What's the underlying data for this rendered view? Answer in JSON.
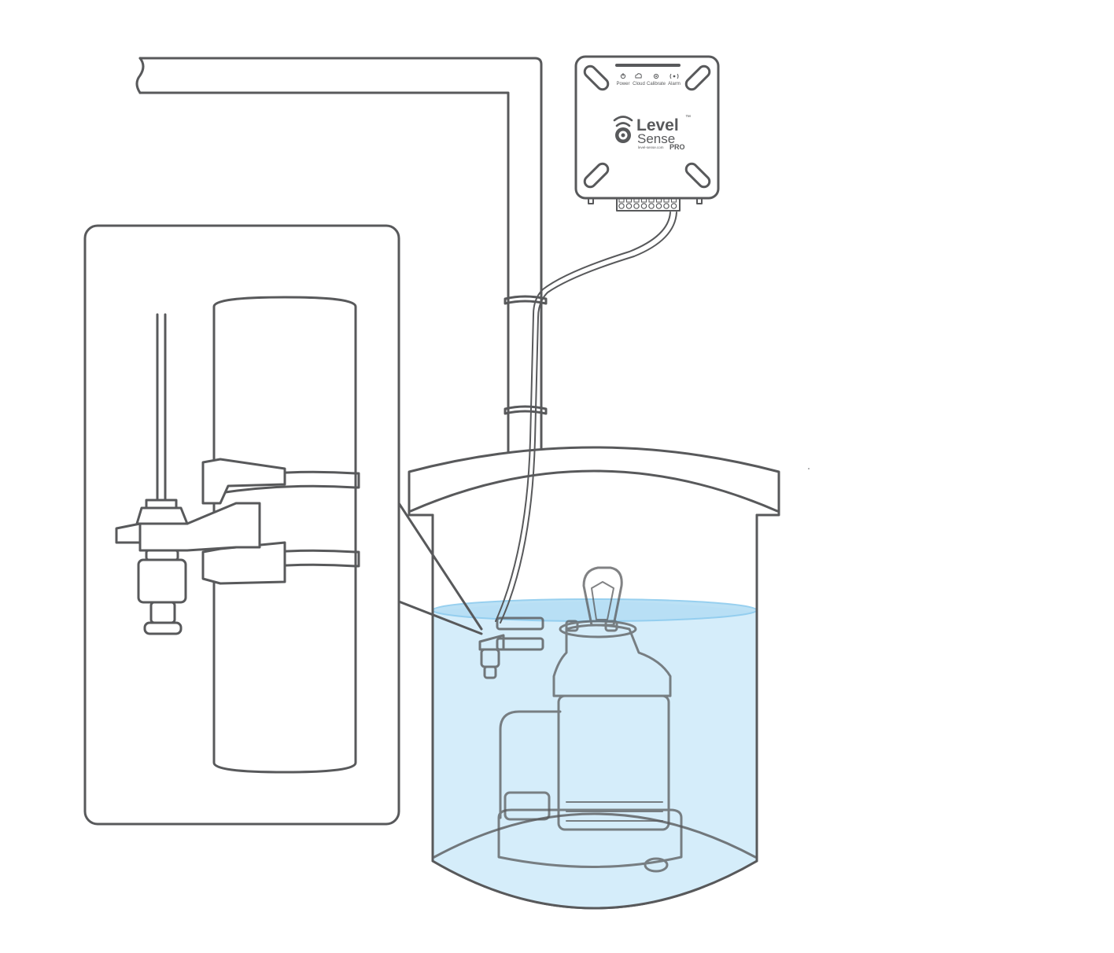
{
  "controller": {
    "indicators": [
      {
        "label": "Power",
        "icon": "power-icon"
      },
      {
        "label": "Cloud",
        "icon": "cloud-icon"
      },
      {
        "label": "Calibrate",
        "icon": "calibrate-icon"
      },
      {
        "label": "Alarm",
        "icon": "alarm-icon"
      }
    ],
    "brand_line1": "Level",
    "trademark": "™",
    "brand_line2": "Sense",
    "website": "level-sense.com",
    "model": "PRO"
  },
  "colors": {
    "line": "#58595b",
    "water": "#d3ecfa",
    "water_surface": "#b5def5"
  }
}
